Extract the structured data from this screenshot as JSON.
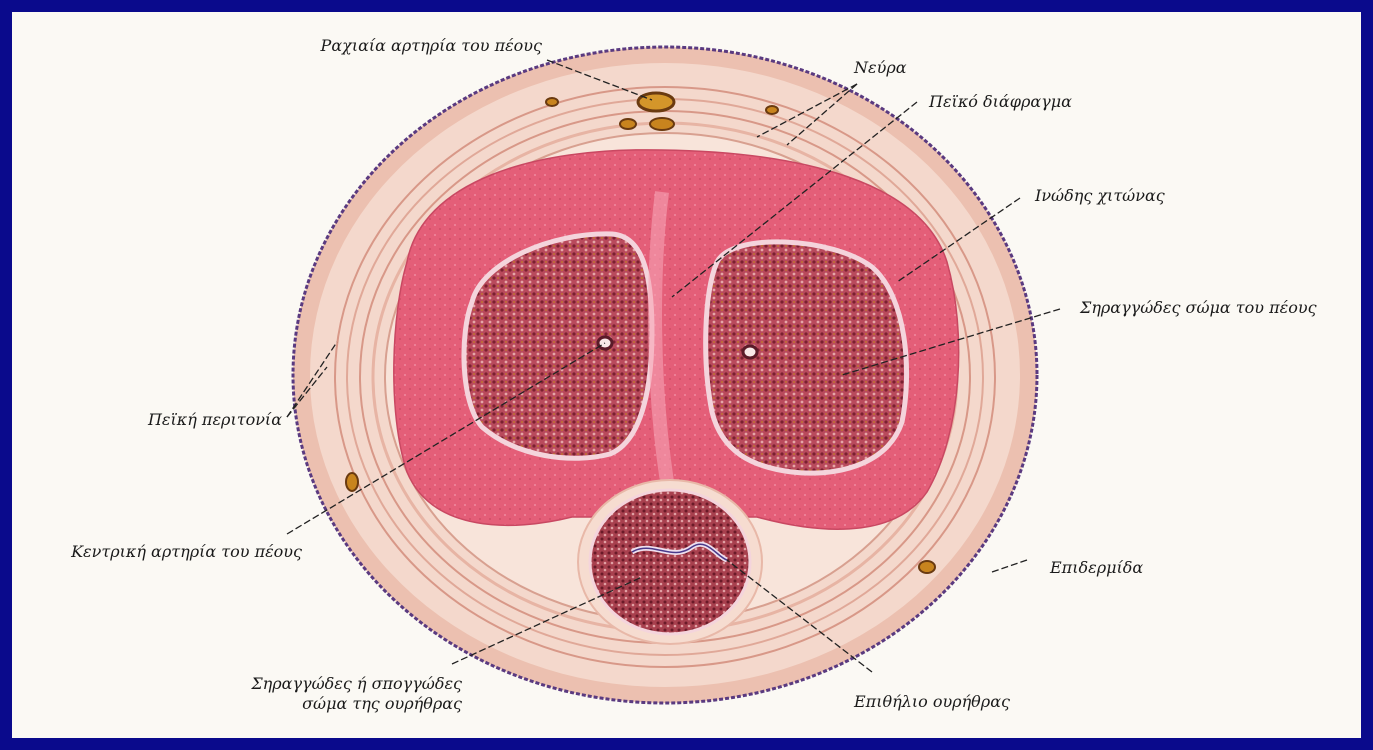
{
  "diagram": {
    "labels": {
      "dorsal_artery": "Ραχιαία αρτηρία του πέους",
      "nerves": "Νεύρα",
      "septum": "Πεϊκό διάφραγμα",
      "tunica": "Ινώδης χιτώνας",
      "corpus_cavernosum": "Σηραγγώδες σώμα του πέους",
      "fascia": "Πεϊκή περιτονία",
      "central_artery": "Κεντρική αρτηρία του πέους",
      "epidermis": "Επιδερμίδα",
      "spongiosum_line1": "Σηραγγώδες ή σπογγώδες",
      "spongiosum_line2": "σώμα της ουρήθρας",
      "urethral_epithelium": "Επιθήλιο ουρήθρας"
    },
    "colors": {
      "frame": "#0a0a8c",
      "background": "#fbf9f4",
      "skin": "#f0c9b8",
      "dermis": "#f6ddd0",
      "tunica": "#e8607a",
      "cavernosum": "#b84a5a",
      "spongiosum": "#a84050"
    }
  }
}
